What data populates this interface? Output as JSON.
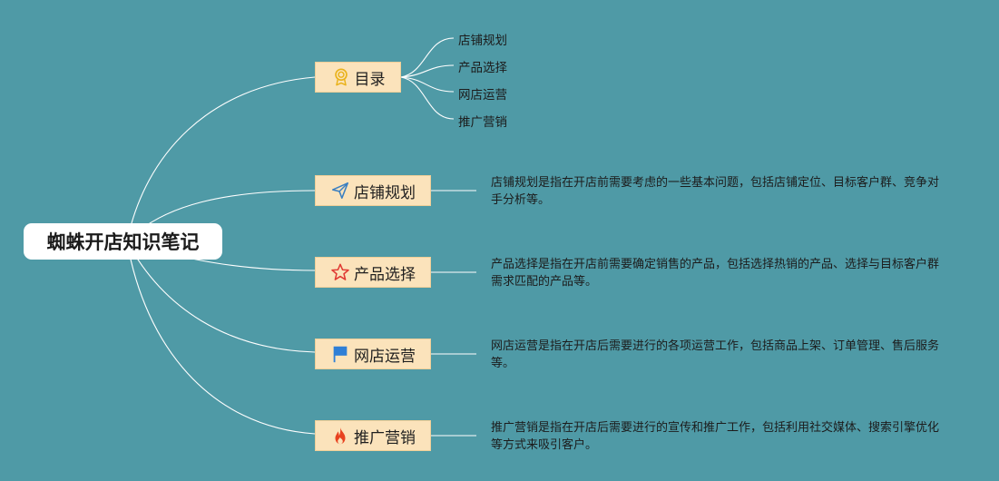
{
  "root": {
    "label": "蜘蛛开店知识笔记"
  },
  "branches": [
    {
      "label": "目录",
      "icon": "award-ribbon-icon",
      "children": [
        "店铺规划",
        "产品选择",
        "网店运营",
        "推广营销"
      ]
    },
    {
      "label": "店铺规划",
      "icon": "paper-plane-icon",
      "note": "店铺规划是指在开店前需要考虑的一些基本问题，包括店铺定位、目标客户群、竞争对手分析等。"
    },
    {
      "label": "产品选择",
      "icon": "star-icon",
      "note": "产品选择是指在开店前需要确定销售的产品，包括选择热销的产品、选择与目标客户群需求匹配的产品等。"
    },
    {
      "label": "网店运营",
      "icon": "flag-icon",
      "note": "网店运营是指在开店后需要进行的各项运营工作，包括商品上架、订单管理、售后服务等。"
    },
    {
      "label": "推广营销",
      "icon": "fire-icon",
      "note": "推广营销是指在开店后需要进行的宣传和推广工作，包括利用社交媒体、搜索引擎优化等方式来吸引客户。"
    }
  ],
  "colors": {
    "background": "#4f9aa6",
    "branch_fill": "#fbe3bb",
    "connector": "#ffffff",
    "award_icon": "#e9b21b",
    "plane_icon": "#3a7fc1",
    "star_icon": "#e03a33",
    "flag_icon": "#2f7fd6",
    "fire_icon": "#e8421f"
  }
}
